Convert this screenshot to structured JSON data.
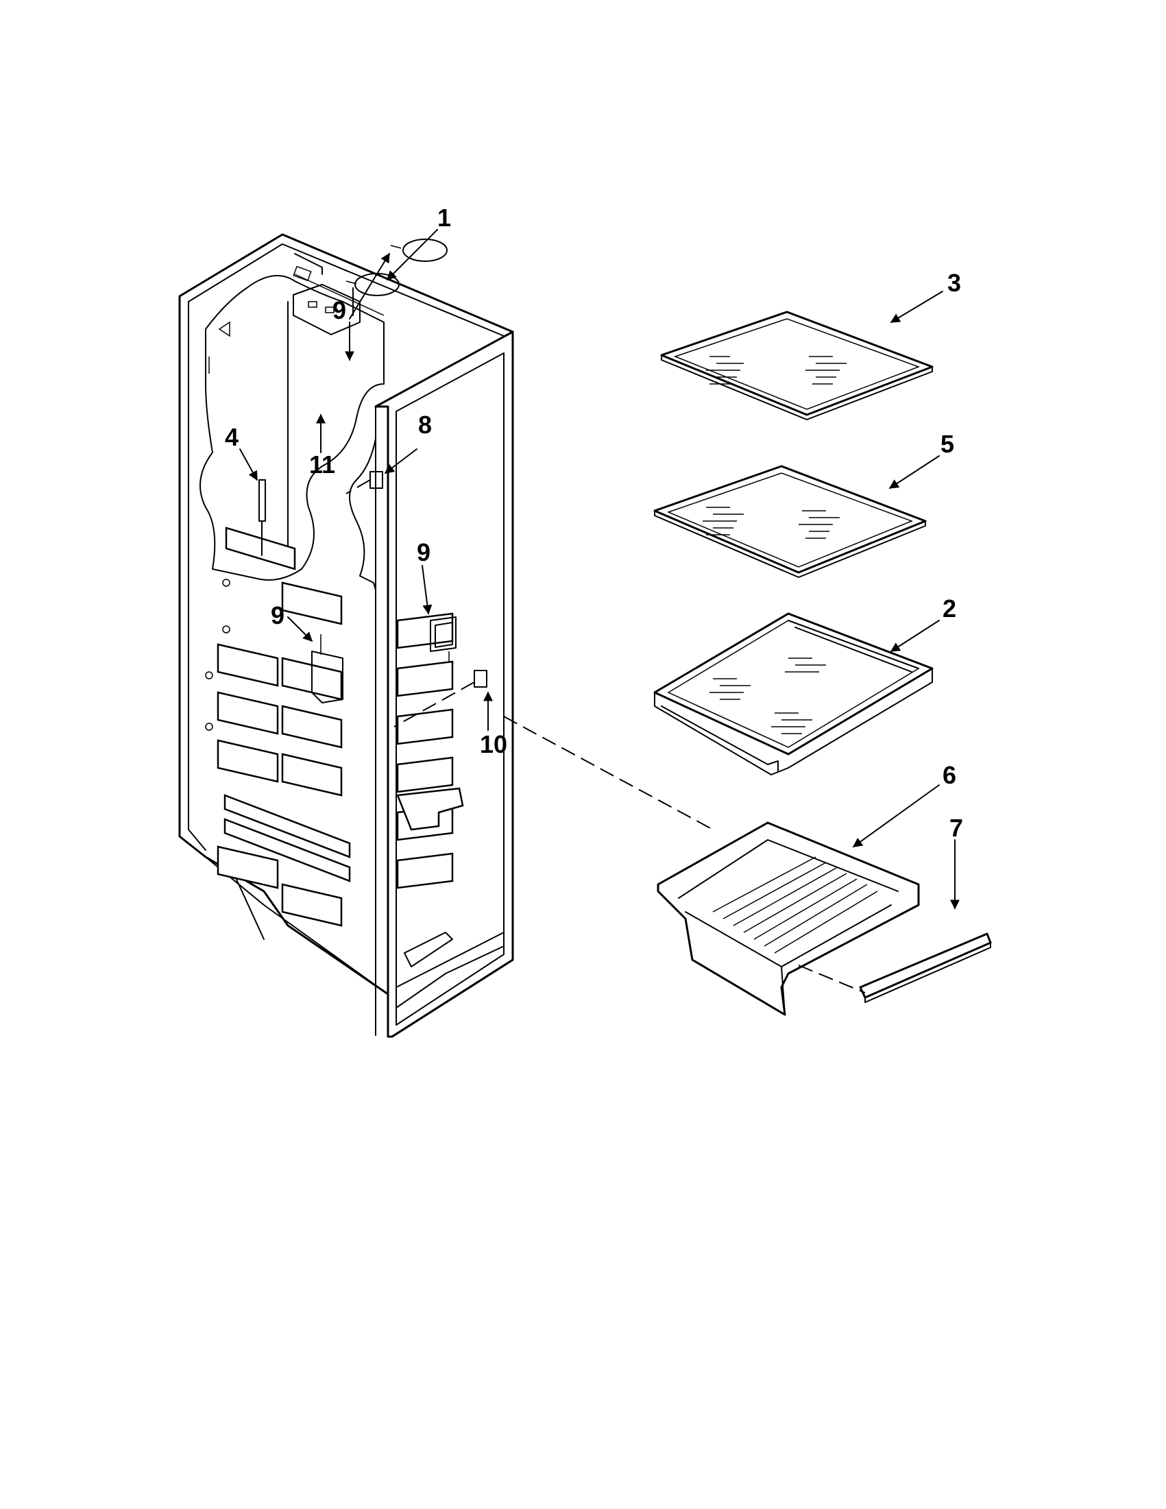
{
  "diagram": {
    "callouts": {
      "c1": "1",
      "c2": "2",
      "c3": "3",
      "c4": "4",
      "c5": "5",
      "c6": "6",
      "c7": "7",
      "c8": "8",
      "c9a": "9",
      "c9b": "9",
      "c9c": "9",
      "c10": "10",
      "c11": "11"
    }
  }
}
